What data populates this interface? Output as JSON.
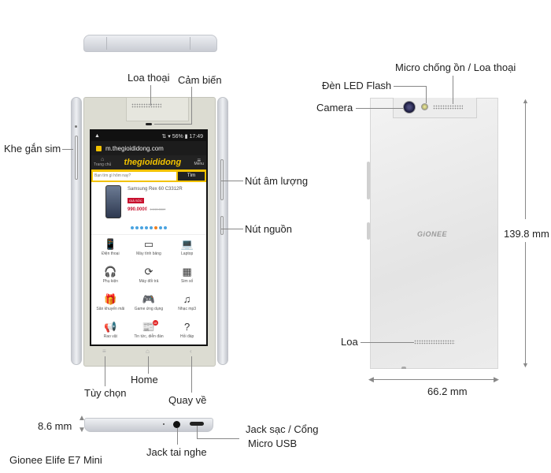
{
  "title": "Gionee Elife E7 Mini",
  "callouts": {
    "front": {
      "earpiece": "Loa thoại",
      "sensor": "Cảm biến",
      "sim_slot": "Khe gắn sim",
      "volume_button": "Nút âm lượng",
      "power_button": "Nút nguồn",
      "options_key": "Tùy chọn",
      "home_key": "Home",
      "back_key": "Quay về"
    },
    "back": {
      "mic_speaker": "Micro chống ồn / Loa thoại",
      "led_flash": "Đèn LED Flash",
      "camera": "Camera",
      "speaker": "Loa",
      "brand": "GiONEE"
    },
    "bottom": {
      "charging_port_line1": "Jack sạc / Cổng",
      "charging_port_line2": "Micro USB",
      "headphone_jack": "Jack tai nghe"
    }
  },
  "dimensions": {
    "height": "139.8 mm",
    "width": "66.2 mm",
    "thickness": "8.6 mm"
  },
  "screen": {
    "status": {
      "left_icon": "▲",
      "battery": "56%",
      "time": "17:49"
    },
    "url": "m.thegioididong.com",
    "site": {
      "home_label": "Trang chủ",
      "logo": "thegioididong",
      "menu_label": "Menu",
      "search_placeholder": "Bạn tìm gì hôm nay?",
      "search_button": "Tìm"
    },
    "promo": {
      "product": "Samsung Rex 60 C3312R",
      "badge": "GIÁ SỐC",
      "price": "990.000₫",
      "old_price": "1.190.000₫"
    },
    "categories": [
      {
        "icon": "📱",
        "label": "Điện thoại"
      },
      {
        "icon": "▭",
        "label": "Máy tính bảng"
      },
      {
        "icon": "💻",
        "label": "Laptop"
      },
      {
        "icon": "🎧",
        "label": "Phụ kiện"
      },
      {
        "icon": "⟳",
        "label": "Máy đổi trả"
      },
      {
        "icon": "▦",
        "label": "Sim số"
      },
      {
        "icon": "🎁",
        "label": "Săn khuyến mãi"
      },
      {
        "icon": "🎮",
        "label": "Game ứng dụng"
      },
      {
        "icon": "♫",
        "label": "Nhạc mp3"
      },
      {
        "icon": "📢",
        "label": "Rao vặt"
      },
      {
        "icon": "📰",
        "label": "Tin tức, diễn đàn"
      },
      {
        "icon": "?",
        "label": "Hỏi đáp"
      }
    ],
    "news_badge": "18"
  }
}
